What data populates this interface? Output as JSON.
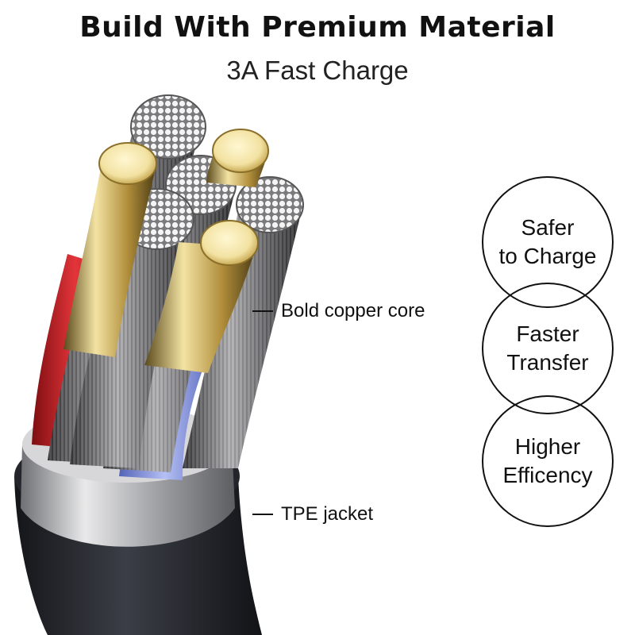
{
  "header": {
    "title": "Build With Premium Material",
    "subtitle": "3A Fast Charge"
  },
  "callouts": {
    "core_label": "Bold copper core",
    "jacket_label": "TPE jacket"
  },
  "features": [
    {
      "line1": "Safer",
      "line2": "to Charge"
    },
    {
      "line1": "Faster",
      "line2": "Transfer"
    },
    {
      "line1": "Higher",
      "line2": "Efficency"
    }
  ],
  "colors": {
    "jacket": "#2b2d33",
    "sleeve": "#b9b9bb",
    "red_insulation": "#d8262a",
    "blue_insulation": "#7f8fdc",
    "gold_conductor": "#b79a45",
    "copper_strand": "#9a9a9a"
  }
}
